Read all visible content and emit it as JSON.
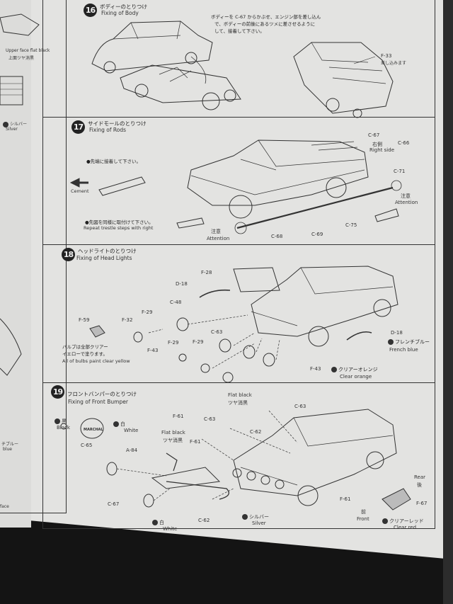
{
  "left_page": {
    "label1": "Upper face flat black",
    "label2": "上面ツヤ消黒",
    "label3": "シルバー",
    "label4": "Silver",
    "label5": "チブルー",
    "label6": "blue",
    "label7": "face"
  },
  "steps": [
    {
      "num": "16",
      "title_jp": "ボディーのとりつけ",
      "title_en": "Fixing of Body",
      "note_jp1": "ボディーを C-67 からかぶせ、エンジン部を差し込ん",
      "note_jp2": "で、ボディーの前後にあるツメに差させるように",
      "note_jp3": "して、接着して下さい。",
      "part1": "F-33",
      "part1_sub": "差し込みます"
    },
    {
      "num": "17",
      "title_jp": "サイドモールのとりつけ",
      "title_en": "Fixing of Rods",
      "note1_jp": "●先端に接着して下さい。",
      "note1_en": "Cement",
      "note2_jp": "●先図を同様に取付けて下さい。",
      "note2_en": "Repeat trestle steps with right",
      "attention_jp": "注意",
      "attention_en": "Attention",
      "attention2_jp": "注意",
      "attention2_en": "Attention",
      "right_side_jp": "右側",
      "right_side_en": "Right side",
      "parts": [
        "C-67",
        "C-66",
        "C-71",
        "C-75",
        "C-69",
        "C-68"
      ]
    },
    {
      "num": "18",
      "title_jp": "ヘッドライトのとりつけ",
      "title_en": "Fixing of Head Lights",
      "bulb_jp1": "バルブは全部クリアー",
      "bulb_jp2": "イエローで塗ります。",
      "bulb_en": "All of bulbs paint clear yellow",
      "french_jp": "フレンチブルー",
      "french_en": "French blue",
      "clear_orange_jp": "クリアーオレンジ",
      "clear_orange_en": "Clear orange",
      "parts": [
        "F-28",
        "D-18",
        "C-48",
        "F-29",
        "F-32",
        "F-29",
        "C-63",
        "F-29",
        "F-43",
        "D-18",
        "F-43",
        "F-59"
      ]
    },
    {
      "num": "19",
      "title_jp": "フロントバンパーのとりつけ",
      "title_en": "Fixing of Front Bumper",
      "black_jp": "黒",
      "black_en": "Black",
      "white_jp": "白",
      "white_en": "White",
      "flat_black_en": "Flat black",
      "flat_black_jp": "ツヤ消黒",
      "flat_black2_en": "Flat black",
      "flat_black2_jp": "ツヤ消黒",
      "silver_jp": "シルバー",
      "silver_en": "Silver",
      "white2_jp": "白",
      "white2_en": "White",
      "rear_en": "Rear",
      "rear_jp": "後",
      "front_jp": "前",
      "front_en": "Front",
      "clear_red_jp": "クリアーレッド",
      "clear_red_en": "Clear red",
      "brand": "MARCHAL",
      "parts": [
        "C-65",
        "F-61",
        "C-63",
        "C-62",
        "C-63",
        "A-84",
        "C-67",
        "C-62",
        "F-61",
        "F-67",
        "F-61"
      ]
    }
  ]
}
